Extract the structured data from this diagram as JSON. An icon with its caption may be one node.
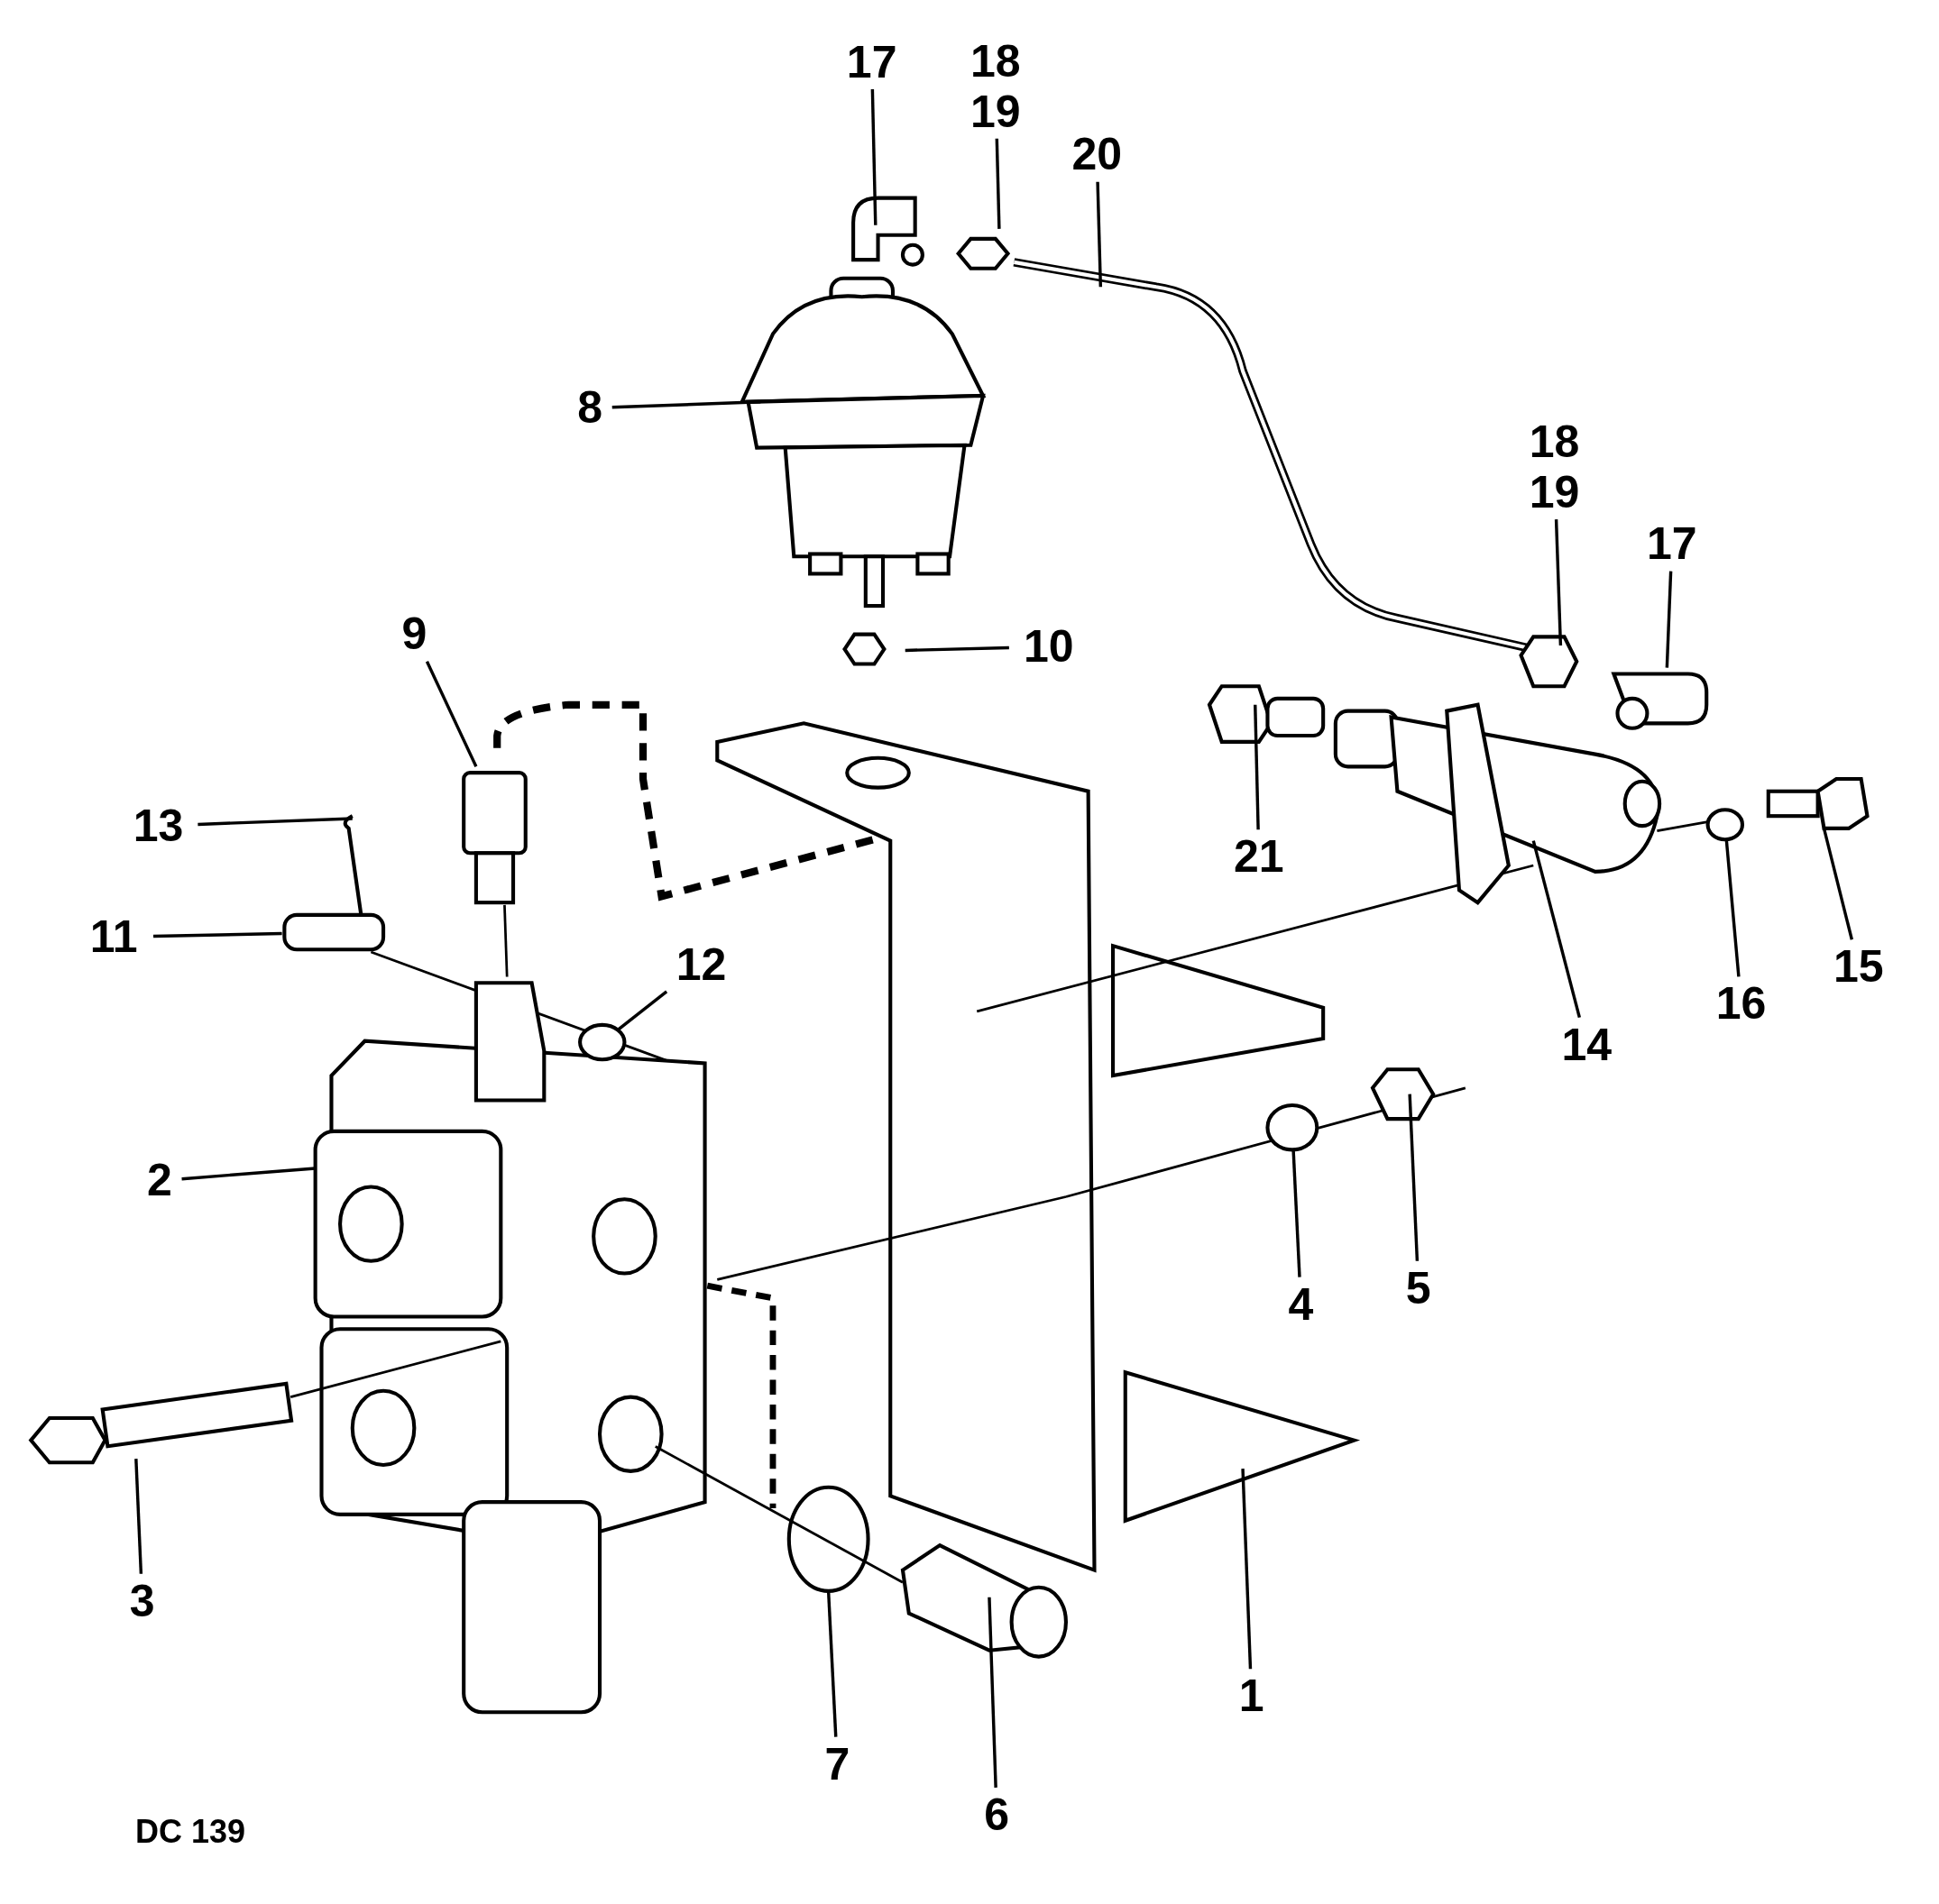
{
  "diagram": {
    "nodes": [
      {
        "text": [
          "17"
        ]
      },
      {
        "text": [
          "18",
          "19"
        ]
      },
      {
        "text": [
          "20"
        ]
      },
      {
        "text": [
          "8"
        ]
      },
      {
        "text": [
          "18",
          "19"
        ]
      },
      {
        "text": [
          "17"
        ]
      },
      {
        "text": [
          "9"
        ]
      },
      {
        "text": [
          "10"
        ]
      },
      {
        "text": [
          "13"
        ]
      },
      {
        "text": [
          "21"
        ]
      },
      {
        "text": [
          "11"
        ]
      },
      {
        "text": [
          "12"
        ]
      },
      {
        "text": [
          "14"
        ]
      },
      {
        "text": [
          "16"
        ]
      },
      {
        "text": [
          "15"
        ]
      },
      {
        "text": [
          "2"
        ]
      },
      {
        "text": [
          "4"
        ]
      },
      {
        "text": [
          "5"
        ]
      },
      {
        "text": [
          "3"
        ]
      },
      {
        "text": [
          "7"
        ]
      },
      {
        "text": [
          "6"
        ]
      },
      {
        "text": [
          "1"
        ]
      },
      {
        "text": [],
        "shape": "circle"
      },
      {
        "text": [],
        "shape": "circle"
      },
      {
        "text": [],
        "shape": "circle"
      },
      {
        "text": [],
        "shape": "picture"
      }
    ],
    "edges": [
      {
        "from": 0,
        "to": null,
        "arrow": "none"
      },
      {
        "from": 1,
        "to": null,
        "arrow": "none"
      },
      {
        "from": 2,
        "to": null,
        "arrow": "none"
      },
      {
        "from": 3,
        "to": null,
        "arrow": "none"
      },
      {
        "from": 4,
        "to": null,
        "arrow": "none"
      },
      {
        "from": 5,
        "to": null,
        "arrow": "none"
      },
      {
        "from": 6,
        "to": null,
        "arrow": "none"
      },
      {
        "from": 7,
        "to": null,
        "arrow": "none"
      },
      {
        "from": 8,
        "to": null,
        "arrow": "none"
      },
      {
        "from": 9,
        "to": null,
        "arrow": "none"
      },
      {
        "from": 10,
        "to": null,
        "arrow": "none"
      },
      {
        "from": 11,
        "to": 22,
        "arrow": "none"
      },
      {
        "from": 12,
        "to": null,
        "arrow": "none"
      },
      {
        "from": 13,
        "to": 24,
        "arrow": "none"
      },
      {
        "from": 14,
        "to": 25,
        "arrow": "none"
      },
      {
        "from": 15,
        "to": null,
        "arrow": "none"
      },
      {
        "from": 16,
        "to": 23,
        "arrow": "none"
      },
      {
        "from": 17,
        "to": null,
        "arrow": "none"
      },
      {
        "from": 18,
        "to": null,
        "arrow": "none"
      },
      {
        "from": 19,
        "to": null,
        "arrow": "none"
      },
      {
        "from": 20,
        "to": null,
        "arrow": "none"
      },
      {
        "from": 21,
        "to": null,
        "arrow": "none"
      }
    ],
    "labels": [
      "DC 139"
    ]
  }
}
